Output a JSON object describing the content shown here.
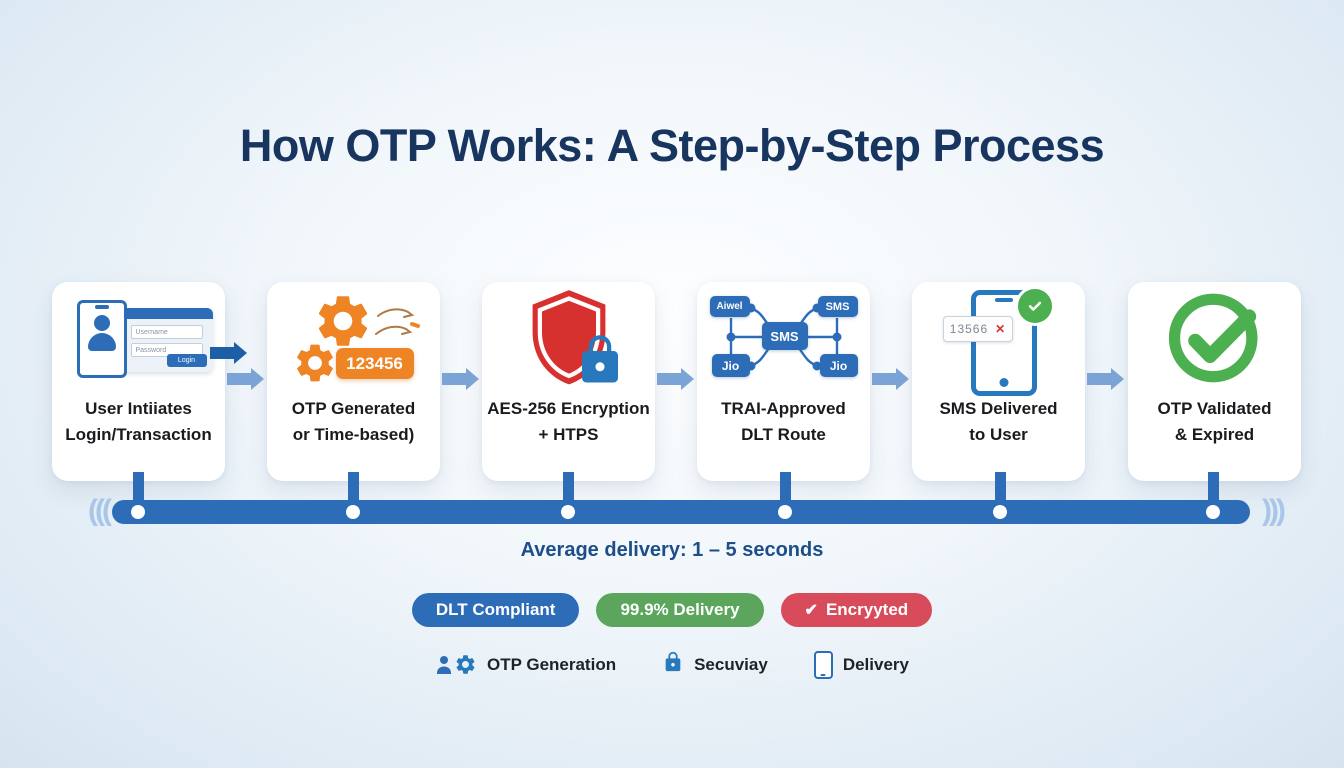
{
  "title": "How OTP Works: A Step-by-Step Process",
  "steps": [
    {
      "label1": "User Intiiates",
      "label2": "Login/Transaction"
    },
    {
      "label1": "OTP Generated",
      "label2": "or Time-based)"
    },
    {
      "label1": "AES-256 Encryption",
      "label2": "+ HTPS"
    },
    {
      "label1": "TRAI-Approved",
      "label2": "DLT Route"
    },
    {
      "label1": "SMS Delivered",
      "label2": "to User"
    },
    {
      "label1": "OTP Validated",
      "label2": "& Expired"
    }
  ],
  "login_form": {
    "username_label": "Username",
    "password_label": "Password",
    "login_button": "Login"
  },
  "otp_code": "123456",
  "network": {
    "top_left": "Aiwel",
    "top_right": "SMS",
    "center": "SMS",
    "bottom_left": "Jio",
    "bottom_right": "Jio"
  },
  "sms": {
    "code": "13566",
    "x_glyph": "✕"
  },
  "timeline": {
    "average_delivery": "Average delivery: 1 – 5 seconds",
    "wave_left": "(((",
    "wave_right": ")))"
  },
  "badges": [
    {
      "label": "DLT Compliant",
      "color": "#2d6db7"
    },
    {
      "label": "99.9% Delivery",
      "color": "#5ba55c"
    },
    {
      "label": "Encryyted",
      "color": "#d84b5a",
      "icon_glyph": "✔"
    }
  ],
  "legend": [
    {
      "label": "OTP Generation"
    },
    {
      "label": "Secuviay"
    },
    {
      "label": "Delivery"
    }
  ],
  "colors": {
    "title_navy": "#17355e",
    "primary_blue": "#2d6db7",
    "arrow_light": "#7ba3d6",
    "arrow_dark": "#1d5fa7",
    "orange": "#ee8424",
    "shield_red": "#d7312f",
    "lock_blue": "#2878be",
    "check_green": "#4caf50"
  }
}
